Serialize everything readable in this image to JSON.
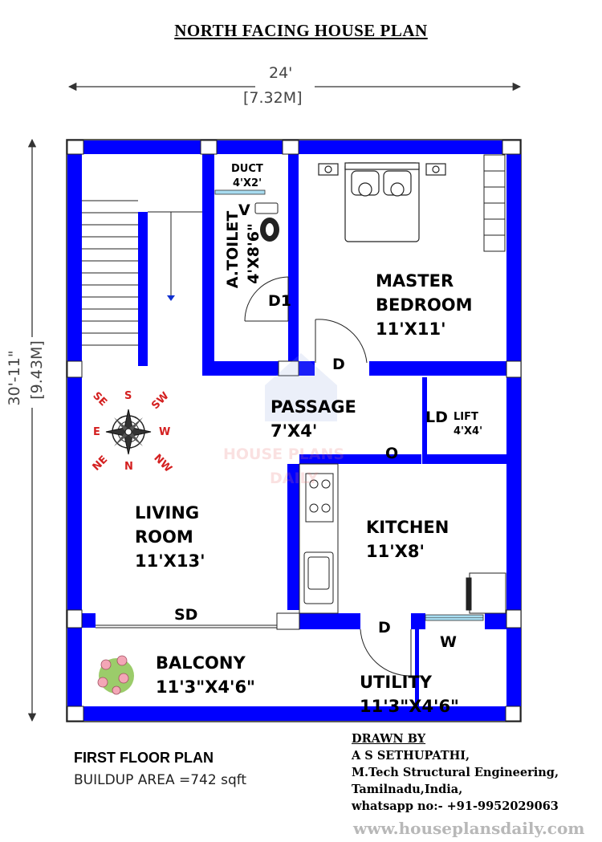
{
  "title": "NORTH FACING HOUSE PLAN",
  "dimensions": {
    "width_ft": "24'",
    "width_m": "[7.32M]",
    "height_ft": "30'-11\"",
    "height_m": "[9.43M]"
  },
  "rooms": {
    "duct": {
      "name": "DUCT",
      "size": "4'X2'"
    },
    "toilet": {
      "name": "A.TOILET",
      "size": "4'X8'6\""
    },
    "master_bedroom": {
      "name_line1": "MASTER",
      "name_line2": "BEDROOM",
      "size": "11'X11'"
    },
    "passage": {
      "name": "PASSAGE",
      "size": "7'X4'"
    },
    "lift": {
      "name": "LIFT",
      "size": "4'X4'"
    },
    "living_room": {
      "name_line1": "LIVING",
      "name_line2": "ROOM",
      "size": "11'X13'"
    },
    "kitchen": {
      "name": "KITCHEN",
      "size": "11'X8'"
    },
    "balcony": {
      "name": "BALCONY",
      "size": "11'3\"X4'6\""
    },
    "utility": {
      "name": "UTILITY",
      "size": "11'3\"X4'6\""
    }
  },
  "openings": {
    "v": "V",
    "d1": "D1",
    "d_bedroom": "D",
    "ld": "LD",
    "o": "O",
    "sd": "SD",
    "d_utility": "D",
    "w": "W"
  },
  "compass": {
    "n": "N",
    "s": "S",
    "e": "E",
    "w": "W",
    "ne": "NE",
    "nw": "NW",
    "se": "SE",
    "sw": "SW"
  },
  "watermark": {
    "line1": "HOUSE PLANS",
    "line2": "DAILY"
  },
  "floor": {
    "name": "FIRST FLOOR PLAN",
    "area": "BUILDUP AREA =742 sqft"
  },
  "credits": {
    "heading": "DRAWN BY",
    "name": "A S SETHUPATHI,",
    "qualification": "M.Tech Structural Engineering,",
    "location": "Tamilnadu,India,",
    "contact": "whatsapp no:- +91-9952029063"
  },
  "website": "www.houseplansdaily.com",
  "colors": {
    "wall": "#0000ff",
    "text": "#000000",
    "compass": "#d42020",
    "watermark": "#b8b8b8"
  }
}
